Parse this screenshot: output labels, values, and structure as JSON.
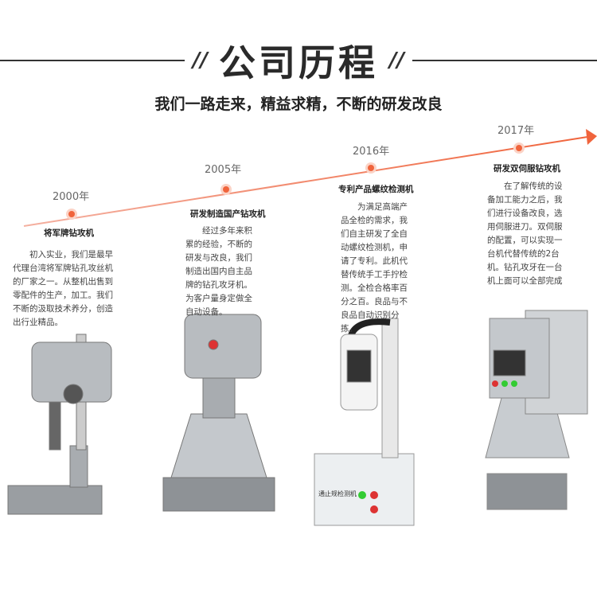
{
  "header": {
    "title": "公司历程",
    "slashes": "//",
    "subtitle": "我们一路走来，精益求精，不断的研发改良"
  },
  "accent": "#f0643c",
  "milestones": [
    {
      "year": "2000年",
      "title": "将军牌钻攻机",
      "desc": "初入实业，我们是最早代理台湾将军牌钻孔攻丝机的厂家之一。从整机出售到零配件的生产，加工。我们不断的汲取技术养分，创造出行业精品。"
    },
    {
      "year": "2005年",
      "title": "研发制造国产钻攻机",
      "desc": "经过多年来积累的经验，不断的研发与改良，我们制造出国内自主品牌的钻孔攻牙机。为客户量身定做全自动设备。"
    },
    {
      "year": "2016年",
      "title": "专利产品螺纹检测机",
      "desc": "为满足高端产品全检的需求，我们自主研发了全自动螺纹检测机，申请了专利。此机代替传统手工手拧检测。全检合格率百分之百。良品与不良品自动识别分拣。"
    },
    {
      "year": "2017年",
      "title": "研发双伺服钻攻机",
      "desc": "在了解传统的设备加工能力之后，我们进行设备改良，选用伺服进刀。双伺服的配置，可以实现一台机代替传统的2台机。钻孔攻牙在一台机上面可以全部完成"
    }
  ],
  "machine_label": "通止规检测机"
}
